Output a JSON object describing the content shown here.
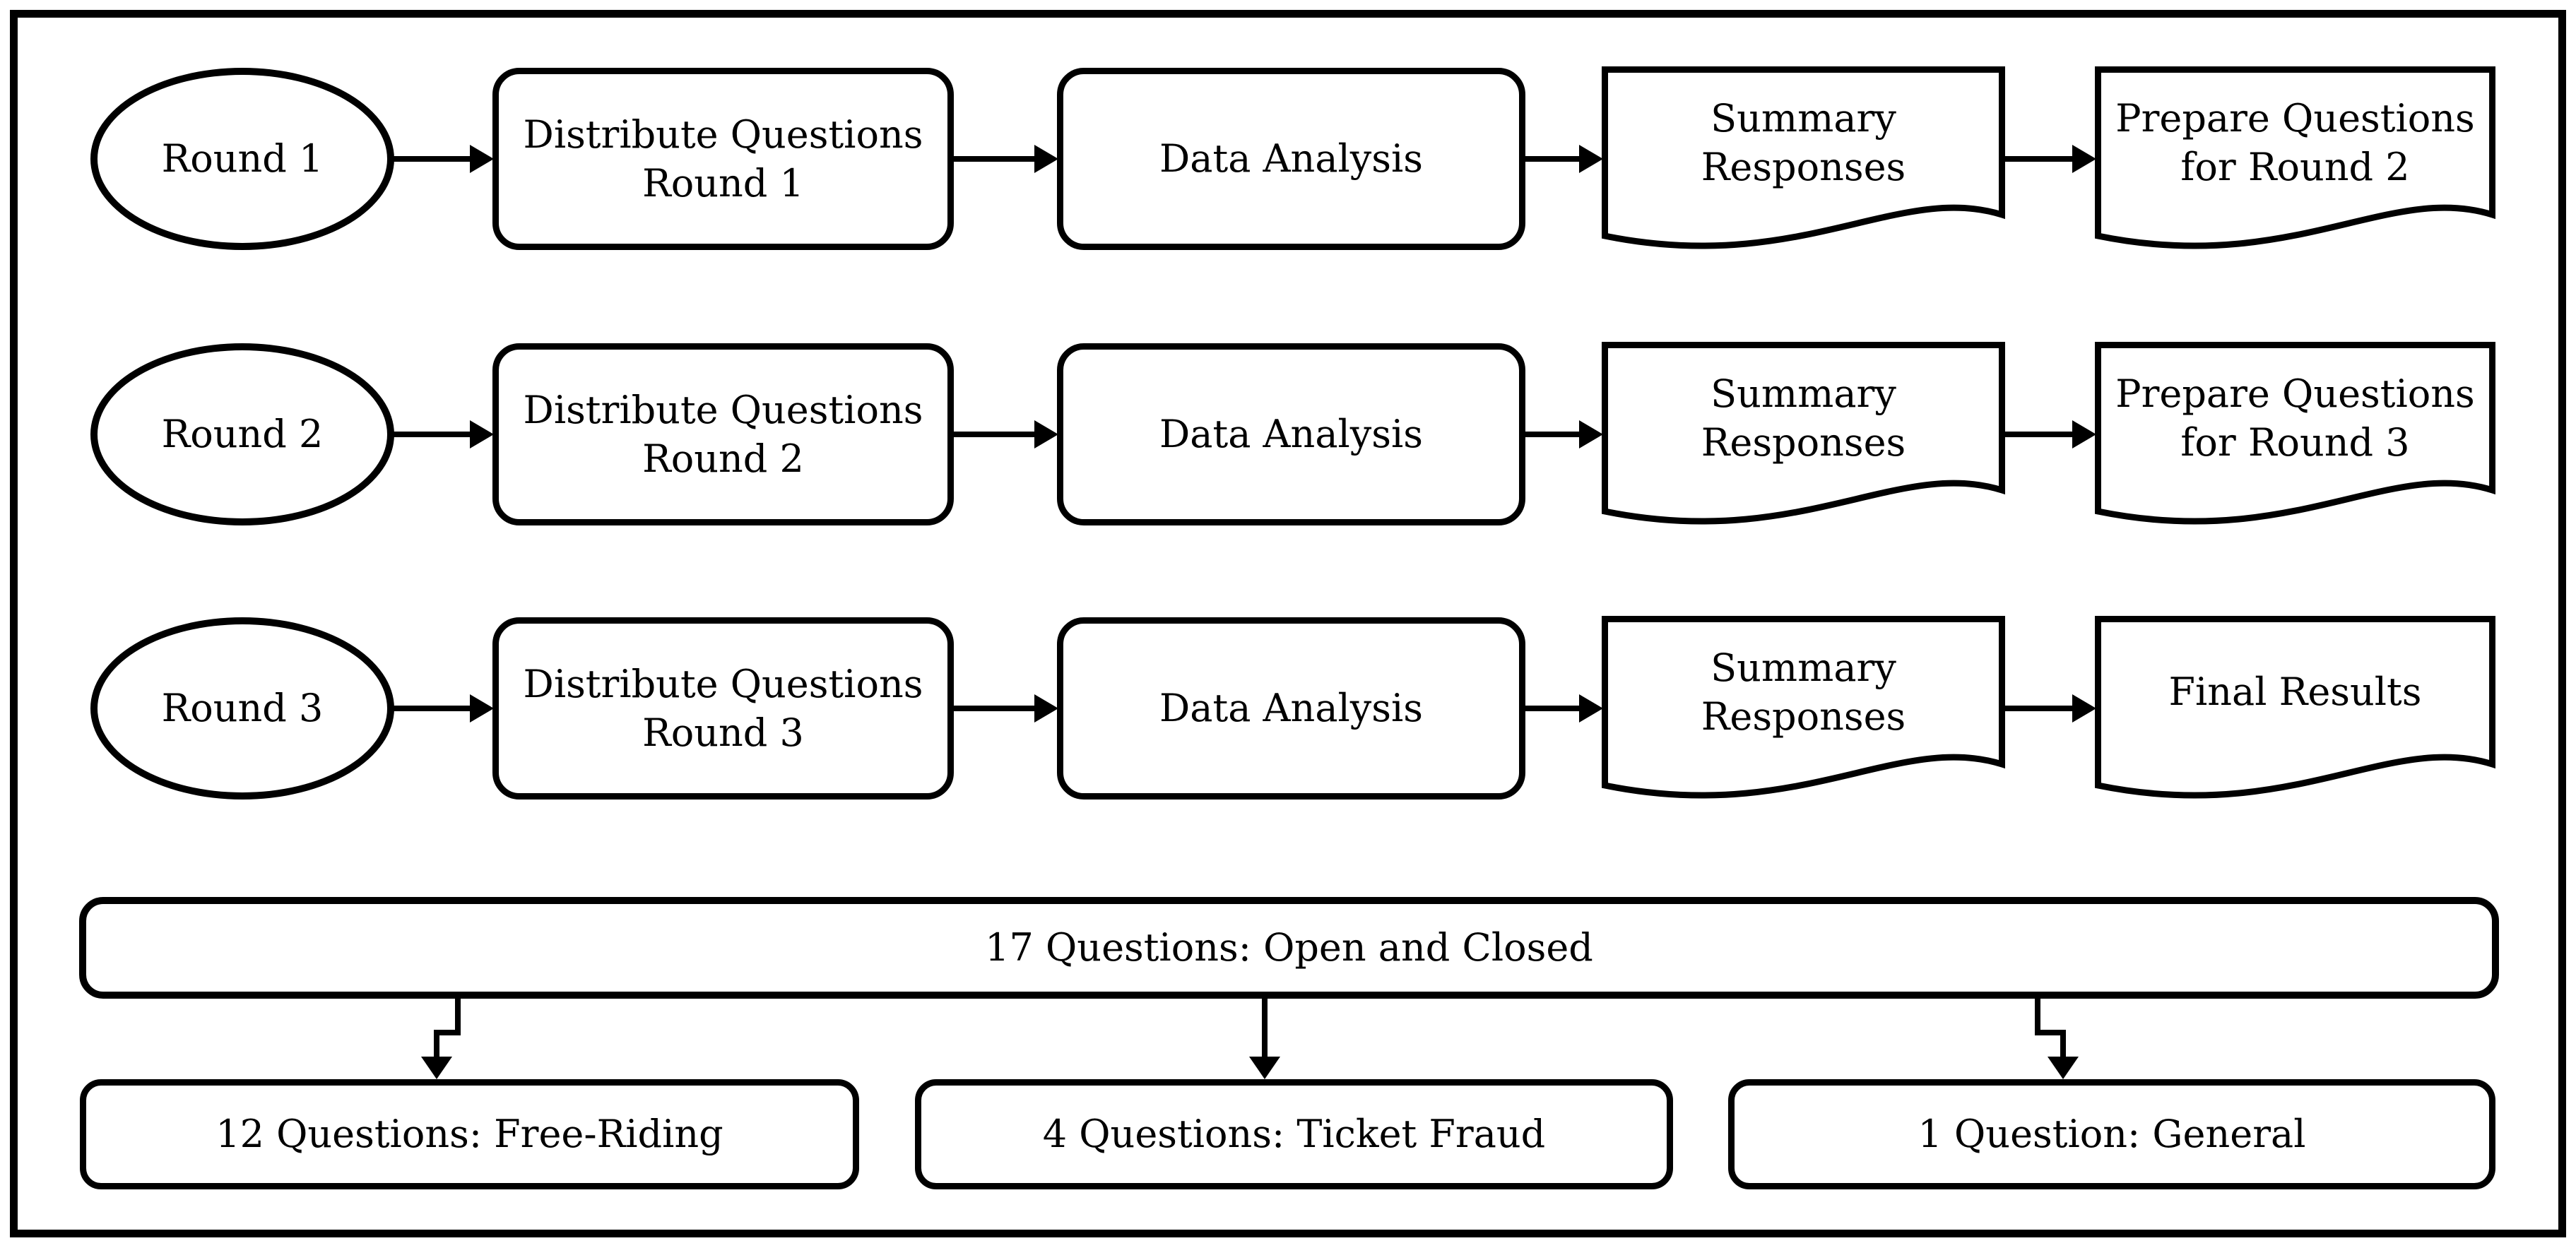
{
  "style": {
    "background": "#ffffff",
    "line_color": "#000000",
    "text_color": "#000000"
  },
  "rows": [
    {
      "start": {
        "label": "Round 1"
      },
      "steps": [
        {
          "label": "Distribute Questions\nRound 1"
        },
        {
          "label": "Data Analysis"
        },
        {
          "label": "Summary\nResponses"
        },
        {
          "label": "Prepare Questions\nfor Round 2"
        }
      ]
    },
    {
      "start": {
        "label": "Round 2"
      },
      "steps": [
        {
          "label": "Distribute Questions\nRound 2"
        },
        {
          "label": "Data Analysis"
        },
        {
          "label": "Summary\nResponses"
        },
        {
          "label": "Prepare Questions\nfor Round 3"
        }
      ]
    },
    {
      "start": {
        "label": "Round 3"
      },
      "steps": [
        {
          "label": "Distribute Questions\nRound 3"
        },
        {
          "label": "Data Analysis"
        },
        {
          "label": "Summary\nResponses"
        },
        {
          "label": "Final Results"
        }
      ]
    }
  ],
  "summary": {
    "label": "17 Questions: Open and Closed"
  },
  "categories": [
    {
      "label": "12 Questions: Free-Riding"
    },
    {
      "label": "4 Questions: Ticket Fraud"
    },
    {
      "label": "1 Question: General"
    }
  ]
}
